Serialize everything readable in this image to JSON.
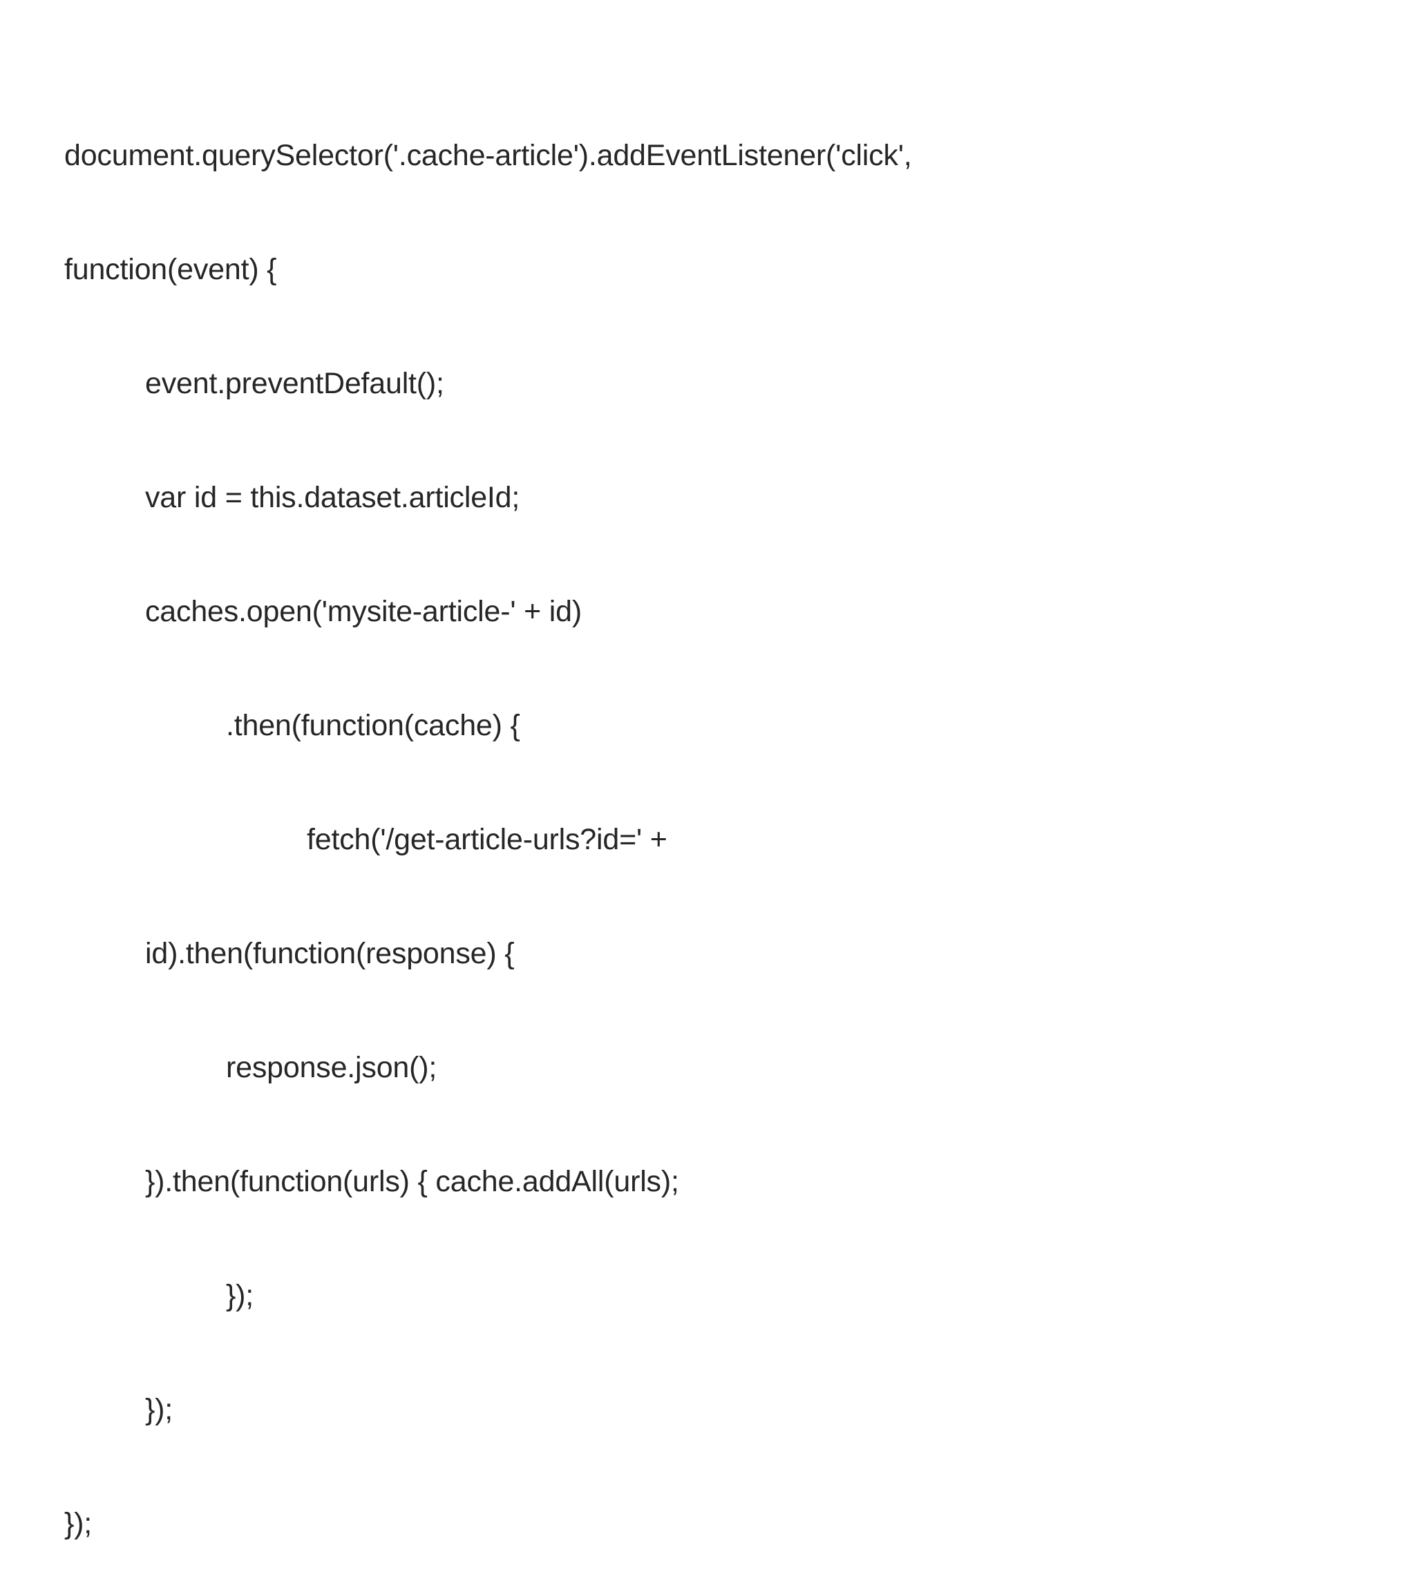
{
  "slide": {
    "background_color": "#ffffff",
    "text_color": "#262626"
  },
  "code": {
    "language": "javascript",
    "lines": [
      {
        "indent": 0,
        "text": "document.querySelector('.cache-article').addEventListener('click',"
      },
      {
        "indent": 0,
        "text": "function(event) {"
      },
      {
        "indent": 1,
        "text": "event.preventDefault();"
      },
      {
        "indent": 1,
        "text": "var id = this.dataset.articleId;"
      },
      {
        "indent": 1,
        "text": "caches.open('mysite-article-' + id)"
      },
      {
        "indent": 2,
        "text": ".then(function(cache) {"
      },
      {
        "indent": 3,
        "text": "fetch('/get-article-urls?id=' +"
      },
      {
        "indent": 1,
        "text": "id).then(function(response) {"
      },
      {
        "indent": 2,
        "text": "response.json();"
      },
      {
        "indent": 1,
        "text": "}).then(function(urls) { cache.addAll(urls);"
      },
      {
        "indent": 2,
        "text": "});"
      },
      {
        "indent": 1,
        "text": "});"
      },
      {
        "indent": 0,
        "text": "});"
      }
    ],
    "line_0": "document.querySelector('.cache-article').addEventListener('click',",
    "line_1": "function(event) {",
    "line_2": "event.preventDefault();",
    "line_3": "var id = this.dataset.articleId;",
    "line_4": "caches.open('mysite-article-' + id)",
    "line_5": ".then(function(cache) {",
    "line_6": "fetch('/get-article-urls?id=' +",
    "line_7": "id).then(function(response) {",
    "line_8": "response.json();",
    "line_9": "}).then(function(urls) { cache.addAll(urls);",
    "line_10": "});",
    "line_11": "});",
    "line_12": "});"
  }
}
